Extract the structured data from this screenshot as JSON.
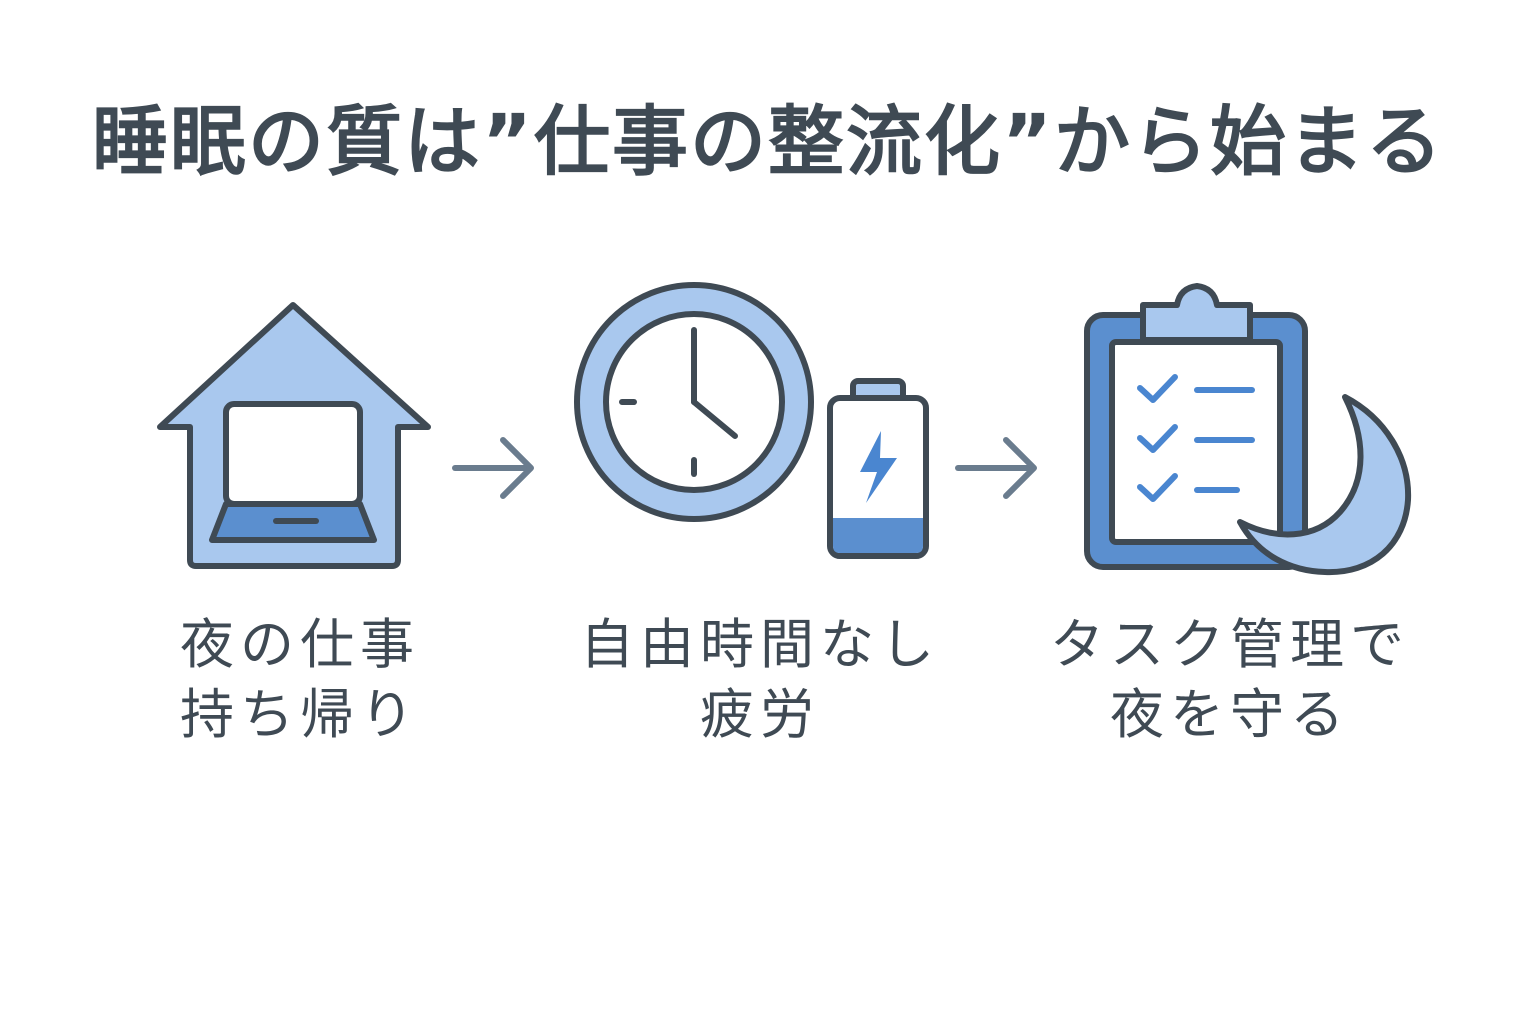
{
  "title": "睡眠の質は”仕事の整流化”から始まる",
  "steps": [
    {
      "icon": "house-laptop-icon",
      "line1": "夜の仕事",
      "line2": "持ち帰り"
    },
    {
      "icon": "clock-battery-icon",
      "line1": "自由時間なし",
      "line2": "疲労"
    },
    {
      "icon": "clipboard-moon-icon",
      "line1": "タスク管理で",
      "line2": "夜を守る"
    }
  ],
  "colors": {
    "outline": "#3f4a54",
    "fill_light": "#a9c8ee",
    "fill_mid": "#5b8fcf",
    "accent_blue": "#4a86d0",
    "arrow": "#6a7c8e",
    "paper": "#ffffff"
  }
}
